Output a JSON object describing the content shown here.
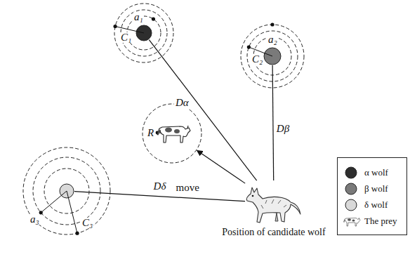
{
  "diagram": {
    "nodes": [
      {
        "text": [
          "C₁",
          "a₁"
        ]
      },
      {
        "text": [
          "C₂",
          "a₂"
        ]
      },
      {
        "text": [
          "R"
        ]
      },
      {
        "text": [
          "a₃",
          "C₃"
        ]
      },
      {
        "text": [
          "Position of candidate wolf"
        ]
      }
    ],
    "edges": [
      {
        "from": 4,
        "to": 0,
        "label": "Dα",
        "arrow": "none"
      },
      {
        "from": 4,
        "to": 1,
        "label": "Dβ",
        "arrow": "none"
      },
      {
        "from": 4,
        "to": 3,
        "label": "Dδ",
        "arrow": "none"
      },
      {
        "from": 4,
        "to": 2,
        "label": "move",
        "arrow": "to"
      }
    ],
    "legend": [
      {
        "text": "α wolf",
        "color": "#2e2e2e"
      },
      {
        "text": "β wolf",
        "color": "#7a7a7a"
      },
      {
        "text": "δ wolf",
        "color": "#d9d9d9"
      },
      {
        "text": "The prey"
      }
    ]
  }
}
